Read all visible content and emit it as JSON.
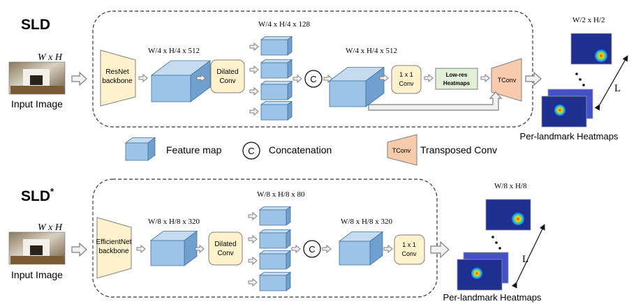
{
  "colors": {
    "feature_front": "#9dc3e6",
    "feature_top": "#c5dcf0",
    "feature_side": "#6fa0cf",
    "feature_stroke": "#41719c",
    "conv_fill": "#fff2cc",
    "tconv_fill": "#f8cbad",
    "lowres_fill": "#e2f0d9",
    "heatmap_bg": "#1f2f8f",
    "arrow_fill": "#f2f2f2",
    "arrow_stroke": "#7f7f7f"
  },
  "sld": {
    "title": "SLD",
    "input_dims": "W x H",
    "input_caption": "Input Image",
    "backbone": [
      "ResNet",
      "backbone"
    ],
    "fm1_dims": "W/4 x H/4 x 512",
    "dilated": [
      "Dilated",
      "Conv"
    ],
    "branch_dims": "W/4 x H/4 x 128",
    "concat_symbol": "C",
    "fm2_dims": "W/4 x H/4 x 512",
    "conv1x1": [
      "1 x 1",
      "Conv"
    ],
    "lowres": [
      "Low-res",
      "Heatmaps"
    ],
    "tconv": "TConv",
    "heatmap_dims": "W/2 x H/2",
    "L": "L",
    "heatmap_caption": "Per-landmark Heatmaps"
  },
  "legend": {
    "feature_map": "Feature map",
    "concat_symbol": "C",
    "concatenation": "Concatenation",
    "tconv": "TConv",
    "transposed": "Transposed Conv"
  },
  "sld_star": {
    "title": "SLD",
    "title_sup": "*",
    "input_dims": "W x H",
    "input_caption": "Input Image",
    "backbone": [
      "EfficientNet",
      "backbone"
    ],
    "fm1_dims": "W/8 x H/8 x 320",
    "dilated": [
      "Dilated",
      "Conv"
    ],
    "branch_dims": "W/8 x H/8 x 80",
    "concat_symbol": "C",
    "fm2_dims": "W/8 x H/8 x 320",
    "conv1x1": [
      "1 x 1",
      "Conv"
    ],
    "heatmap_dims": "W/8 x H/8",
    "L": "L",
    "heatmap_caption": "Per-landmark Heatmaps"
  }
}
